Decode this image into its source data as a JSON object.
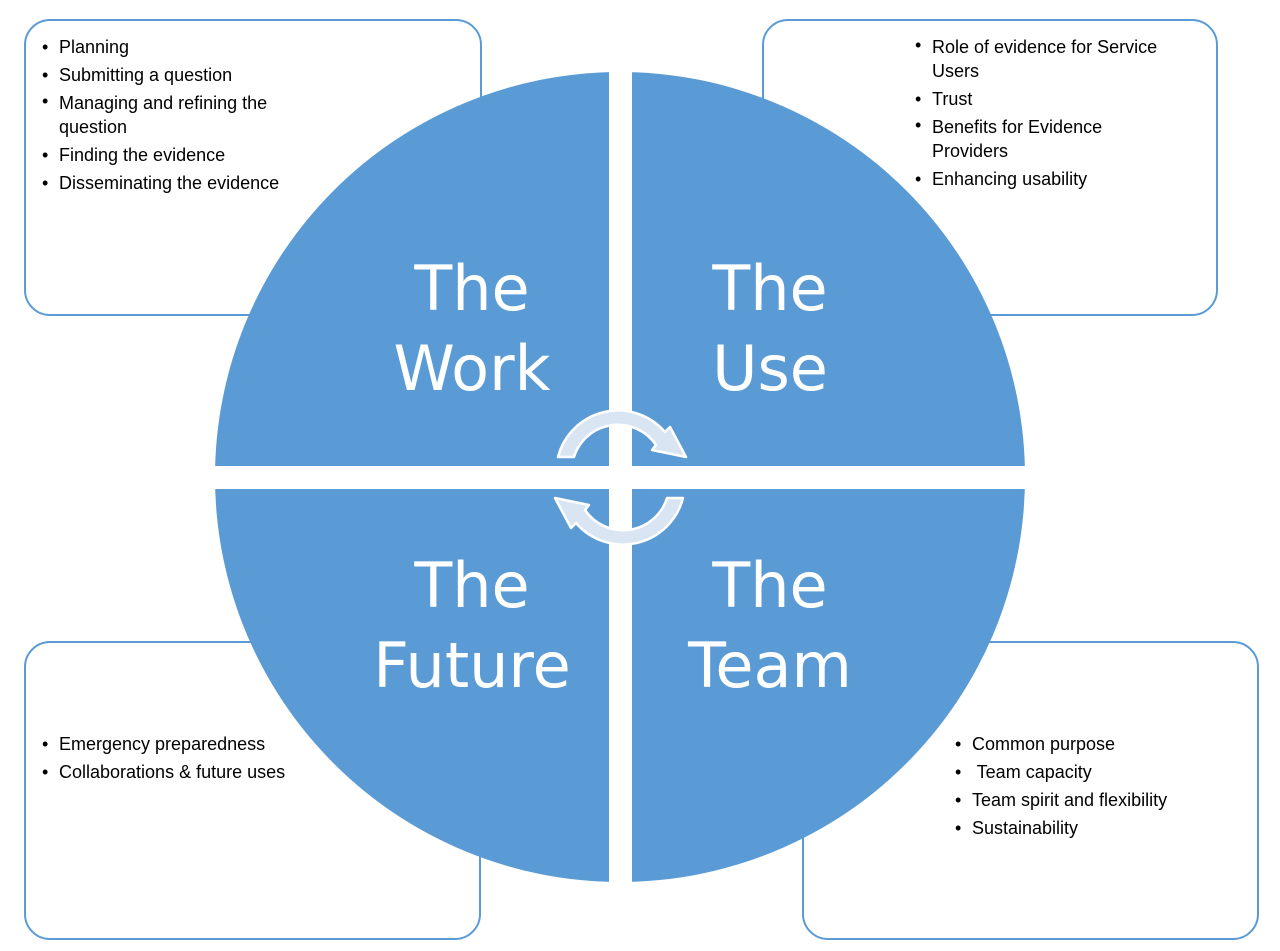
{
  "quadrants": {
    "top_left": {
      "title_line1": "The",
      "title_line2": "Work",
      "items": [
        "Planning",
        "Submitting a question",
        "Managing and refining the question",
        "Finding the evidence",
        "Disseminating the evidence"
      ]
    },
    "top_right": {
      "title_line1": "The",
      "title_line2": "Use",
      "items": [
        "Role of evidence for Service Users",
        "Trust",
        "Benefits for Evidence Providers",
        "Enhancing usability"
      ]
    },
    "bottom_left": {
      "title_line1": "The",
      "title_line2": "Future",
      "items": [
        "Emergency preparedness",
        "Collaborations & future uses"
      ]
    },
    "bottom_right": {
      "title_line1": "The",
      "title_line2": "Team",
      "items": [
        "Common purpose",
        " Team capacity",
        "Team spirit and flexibility",
        "Sustainability"
      ]
    }
  },
  "colors": {
    "circle_fill": "#5b9bd5",
    "box_border": "#5b9bd5",
    "arrow_fill": "#dae5f3",
    "text": "#000000",
    "label": "#ffffff"
  },
  "icons": {
    "cycle_arrows": "circular-arrows-icon"
  }
}
